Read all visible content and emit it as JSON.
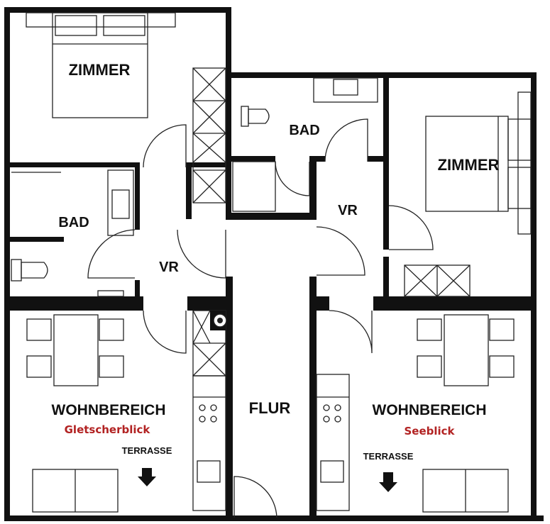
{
  "rooms": {
    "zimmer_left": "ZIMMER",
    "zimmer_right": "ZIMMER",
    "bad_left": "BAD",
    "bad_right": "BAD",
    "vr_left": "VR",
    "vr_right": "VR",
    "flur": "FLUR",
    "wohnbereich_left": "WOHNBEREICH",
    "wohnbereich_right": "WOHNBEREICH"
  },
  "views": {
    "left": "Gletscherblick",
    "right": "Seeblick"
  },
  "terrace": {
    "left": "TERRASSE",
    "right": "TERRASSE"
  },
  "colors": {
    "wall": "#111111",
    "accent": "#b22222",
    "background": "#ffffff"
  }
}
